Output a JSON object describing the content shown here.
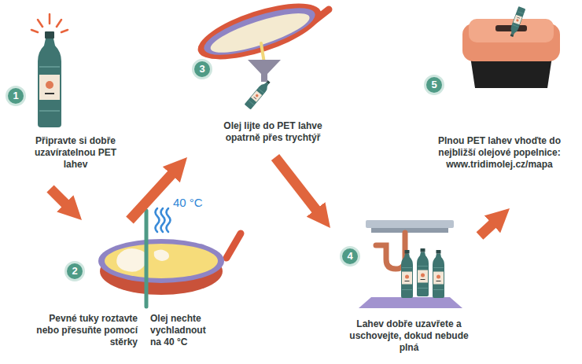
{
  "diagram": {
    "nodes": [
      {
        "text": [
          "1",
          "Připravte si dobře uzavíratelnou PET lahev"
        ]
      },
      {
        "text": [
          "2",
          "Pevné tuky roztavte nebo přesuňte pomocí stěrky",
          "Olej nechte vychladnout na 40 °C"
        ]
      },
      {
        "text": [
          "3",
          "Olej lijte do PET lahve opatrně přes trychtýř"
        ]
      },
      {
        "text": [
          "4",
          "Lahev dobře uzavřete a uschovejte, dokud nebude plná"
        ]
      },
      {
        "text": [
          "5",
          "Plnou PET lahev vhoďte do nejbližší olejové popelnice: www.tridimolej.cz/mapa"
        ]
      }
    ],
    "edges": [
      {
        "from": 0,
        "to": 1,
        "arrow": "to"
      },
      {
        "from": 1,
        "to": 2,
        "arrow": "to"
      },
      {
        "from": 2,
        "to": 3,
        "arrow": "to"
      },
      {
        "from": 3,
        "to": 4,
        "arrow": "to"
      }
    ],
    "labels": [
      "40 °C"
    ]
  }
}
